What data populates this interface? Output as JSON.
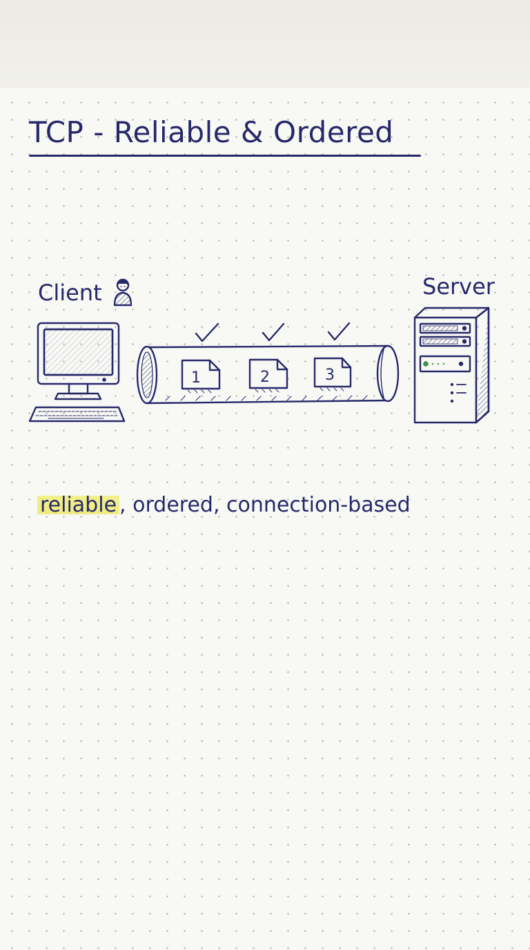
{
  "title": "TCP - Reliable & Ordered",
  "client": {
    "label": "Client"
  },
  "server": {
    "label": "Server"
  },
  "packets": [
    {
      "number": "1",
      "acknowledged": true
    },
    {
      "number": "2",
      "acknowledged": true
    },
    {
      "number": "3",
      "acknowledged": true
    }
  ],
  "caption": {
    "highlighted": "reliable",
    "separator1": ", ",
    "part2": "ordered",
    "separator2": ", ",
    "part3": "connection-based"
  },
  "colors": {
    "ink": "#26286a",
    "highlight": "#f2f08a",
    "server_led": "#3f8f4a",
    "paper": "#f8f8f5"
  },
  "icons": [
    "person-icon",
    "computer-icon",
    "tube-connection",
    "document-icon",
    "checkmark-icon",
    "server-tower-icon"
  ]
}
